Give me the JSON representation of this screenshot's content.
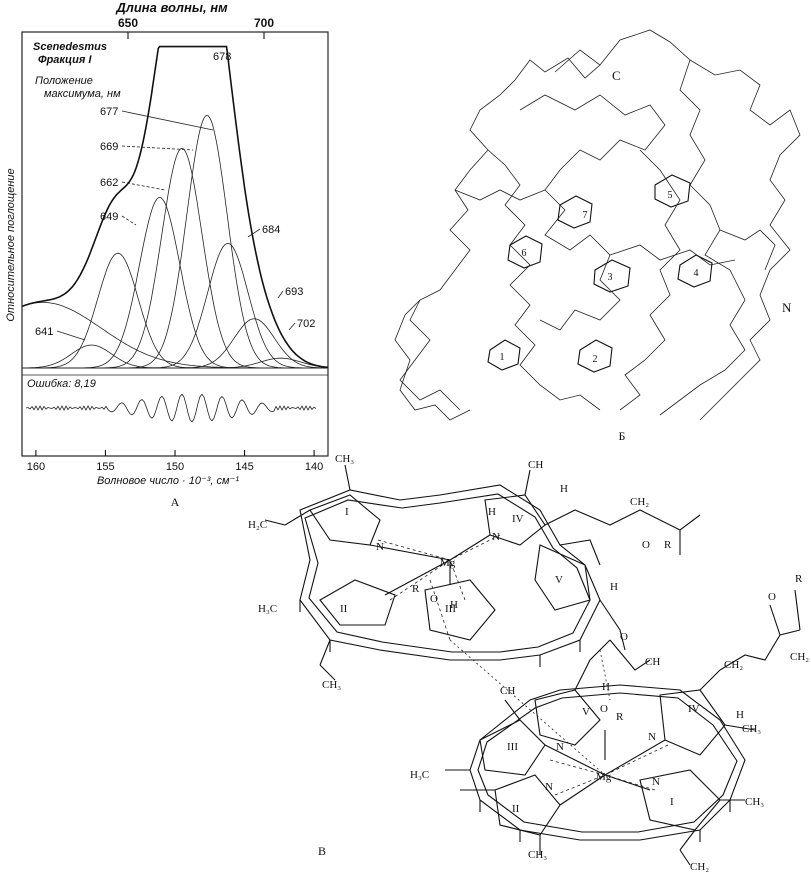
{
  "panel_a": {
    "top_axis_title": "Длина волны, нм",
    "top_ticks": [
      "650",
      "700"
    ],
    "organism": "Scenedesmus",
    "fraction": "Фракция I",
    "legend_title_1": "Положение",
    "legend_title_2": "максимума, нм",
    "ylabel": "Относительное поглощение",
    "error_label": "Ошибка: 8,19",
    "bottom_ticks": [
      "160",
      "155",
      "150",
      "145",
      "140"
    ],
    "xlabel": "Волновое число · 10⁻³, см⁻¹",
    "panel_letter": "А",
    "peak_labels": [
      "678",
      "677",
      "669",
      "662",
      "649",
      "684",
      "693",
      "641",
      "702"
    ]
  },
  "panel_b": {
    "panel_letter": "Б",
    "terminus_c": "C",
    "terminus_n": "N",
    "chromophore_numbers": [
      "1",
      "2",
      "3",
      "4",
      "5",
      "6",
      "7"
    ]
  },
  "panel_v": {
    "panel_letter": "В",
    "labels": {
      "ch3_top_left": "CH₃",
      "h2c_vinyl": "H₂C",
      "ring_i": "I",
      "ring_ii": "II",
      "ring_iii": "III",
      "ring_iv": "IV",
      "ring_v": "V",
      "n": "N",
      "mg": "Mg",
      "r": "R",
      "o": "O",
      "h": "H",
      "h3c": "H₃C",
      "ch3": "CH₃",
      "ch2": "CH₂",
      "ch": "CH",
      "ch2_vinyl": "CH₂"
    }
  },
  "chart_data": {
    "type": "line",
    "title": "",
    "top_axis": {
      "label": "Длина волны, нм",
      "ticks": [
        650,
        700
      ]
    },
    "x": {
      "label": "Волновое число · 10⁻³, см⁻¹",
      "ticks": [
        160,
        155,
        150,
        145,
        140
      ],
      "range": [
        161,
        139
      ]
    },
    "ylabel": "Относительное поглощение",
    "series": [
      {
        "name": "641",
        "peak_wavenumber": 156.0,
        "relative_height": 0.07
      },
      {
        "name": "649",
        "peak_wavenumber": 154.1,
        "relative_height": 0.35
      },
      {
        "name": "662",
        "peak_wavenumber": 151.1,
        "relative_height": 0.52
      },
      {
        "name": "669",
        "peak_wavenumber": 149.5,
        "relative_height": 0.67
      },
      {
        "name": "677",
        "peak_wavenumber": 147.7,
        "relative_height": 0.77
      },
      {
        "name": "684",
        "peak_wavenumber": 146.2,
        "relative_height": 0.38
      },
      {
        "name": "693",
        "peak_wavenumber": 144.3,
        "relative_height": 0.15
      },
      {
        "name": "702",
        "peak_wavenumber": 142.4,
        "relative_height": 0.03
      }
    ],
    "envelope_max_label": "678",
    "residual_label": "Ошибка: 8,19"
  }
}
